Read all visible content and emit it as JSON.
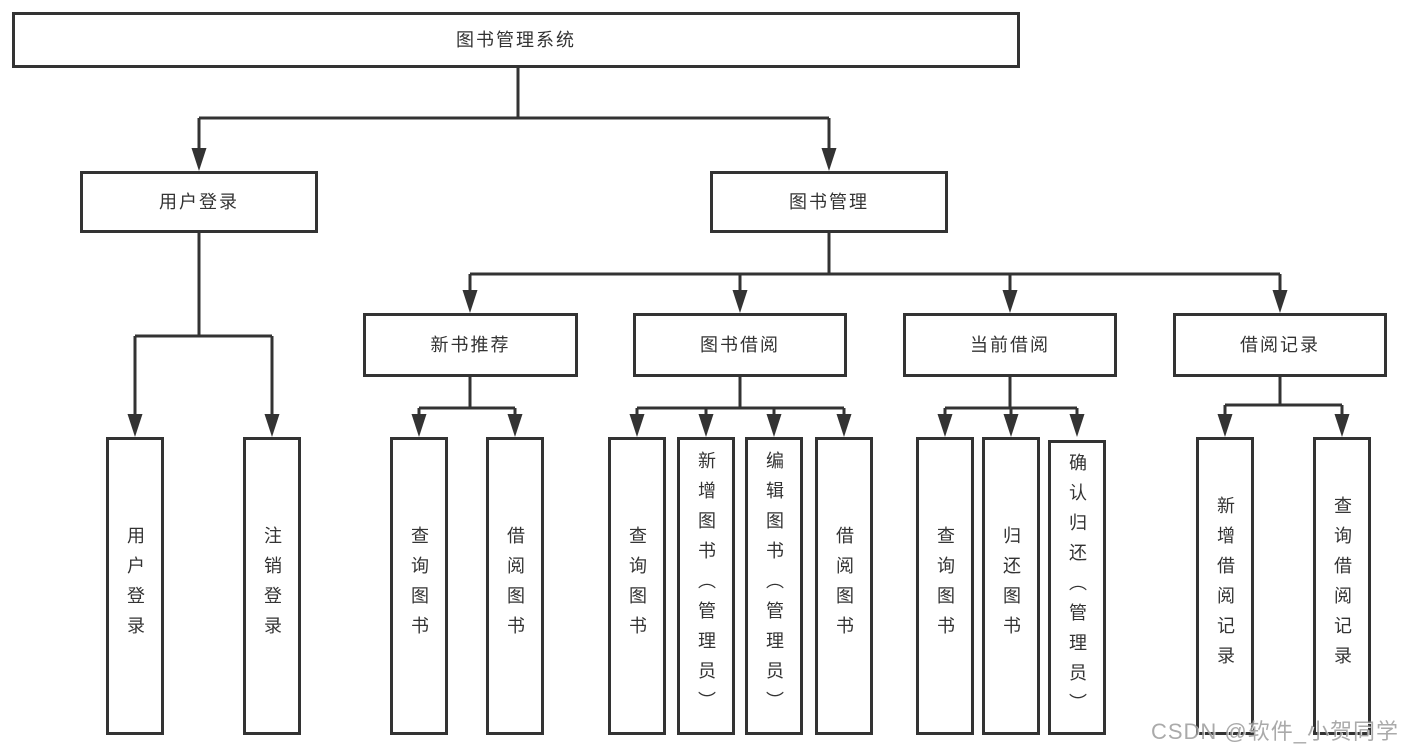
{
  "diagram": {
    "watermark": "CSDN @软件_小贺同学",
    "colors": {
      "line": "#333333",
      "box_border": "#333333",
      "box_fill": "#ffffff",
      "text": "#333333",
      "watermark": "#9c9c9c"
    },
    "tree": {
      "root": "图书管理系统",
      "children": [
        {
          "label": "用户登录",
          "children": [
            "用户登录",
            "注销登录"
          ]
        },
        {
          "label": "图书管理",
          "children": [
            {
              "label": "新书推荐",
              "children": [
                "查询图书",
                "借阅图书"
              ]
            },
            {
              "label": "图书借阅",
              "children": [
                "查询图书",
                "新增图书（管理员）",
                "编辑图书（管理员）",
                "借阅图书"
              ]
            },
            {
              "label": "当前借阅",
              "children": [
                "查询图书",
                "归还图书",
                "确认归还（管理员）"
              ]
            },
            {
              "label": "借阅记录",
              "children": [
                "新增借阅记录",
                "查询借阅记录"
              ]
            }
          ]
        }
      ]
    }
  }
}
